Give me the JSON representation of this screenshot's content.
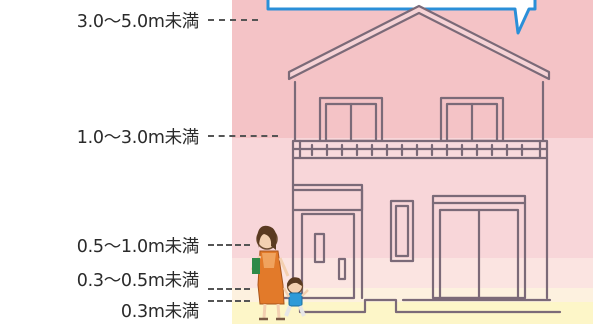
{
  "depth_levels": [
    {
      "label": "3.0～5.0m未満",
      "color": "#f4c3c6"
    },
    {
      "label": "1.0～3.0m未満",
      "color": "#f8d6d9"
    },
    {
      "label": "0.5～1.0m未満",
      "color": "#fbe4e1"
    },
    {
      "label": "0.3～0.5m未満",
      "color": "#fdf1df"
    },
    {
      "label": "0.3m未満",
      "color": "#fdf6c8"
    }
  ],
  "colors": {
    "house_line": "#7b6a78",
    "callout_border": "#2a8fd8"
  }
}
